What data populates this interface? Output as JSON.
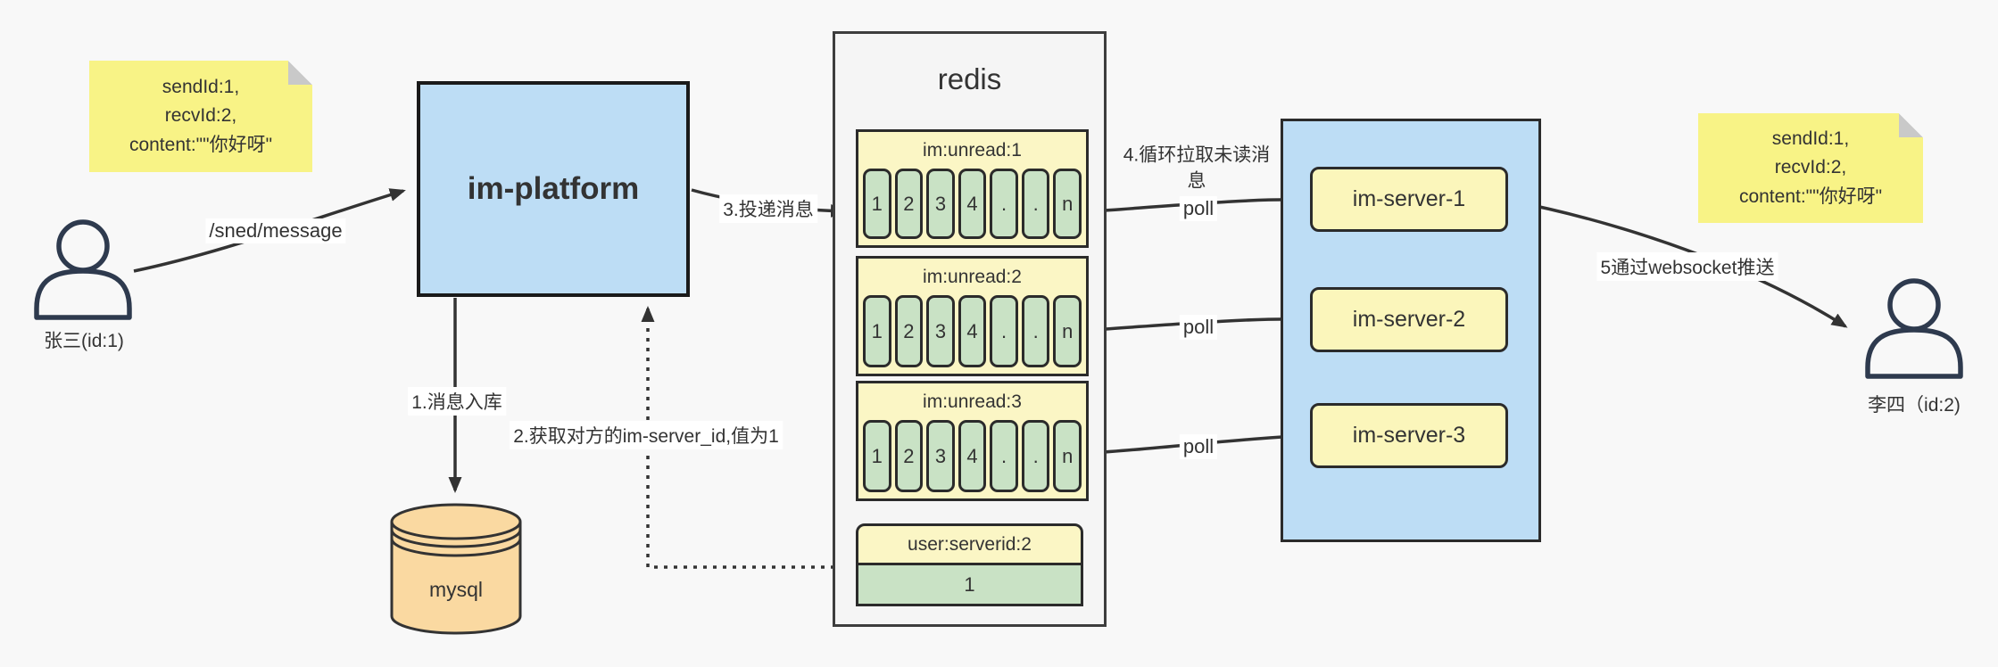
{
  "palette": {
    "background": "#f8f8f8",
    "node_blue": "#bdddf5",
    "note_yellow": "#f8f386",
    "queue_yellow": "#fbf6c5",
    "cell_green": "#c9e2c5",
    "server_yellow": "#fbf6bb",
    "mysql_orange": "#fad9a1",
    "line_dark": "#333333"
  },
  "actors": {
    "sender": {
      "label": "张三(id:1)"
    },
    "receiver": {
      "label": "李四（id:2)"
    }
  },
  "notes": {
    "left": {
      "lines": [
        "sendId:1,",
        "recvId:2,",
        "content:\"\"你好呀\""
      ]
    },
    "right": {
      "lines": [
        "sendId:1,",
        "recvId:2,",
        "content:\"\"你好呀\""
      ]
    }
  },
  "platform": {
    "label": "im-platform"
  },
  "database": {
    "label": "mysql"
  },
  "redis": {
    "title": "redis",
    "queues": [
      {
        "label": "im:unread:1",
        "cells": [
          "1",
          "2",
          "3",
          "4",
          ".",
          ".",
          "n"
        ]
      },
      {
        "label": "im:unread:2",
        "cells": [
          "1",
          "2",
          "3",
          "4",
          ".",
          ".",
          "n"
        ]
      },
      {
        "label": "im:unread:3",
        "cells": [
          "1",
          "2",
          "3",
          "4",
          ".",
          ".",
          "n"
        ]
      }
    ],
    "mapping": {
      "label": "user:serverid:2",
      "value": "1"
    }
  },
  "servers": [
    {
      "label": "im-server-1"
    },
    {
      "label": "im-server-2"
    },
    {
      "label": "im-server-3"
    }
  ],
  "edges": {
    "send": "/sned/message",
    "step1": "1.消息入库",
    "step2": "2.获取对方的im-server_id,值为1",
    "step3": "3.投递消息",
    "step4": "4.循环拉取未读消息",
    "poll_1": "poll",
    "poll_2": "poll",
    "poll_3": "poll",
    "step5": "5通过websocket推送"
  }
}
